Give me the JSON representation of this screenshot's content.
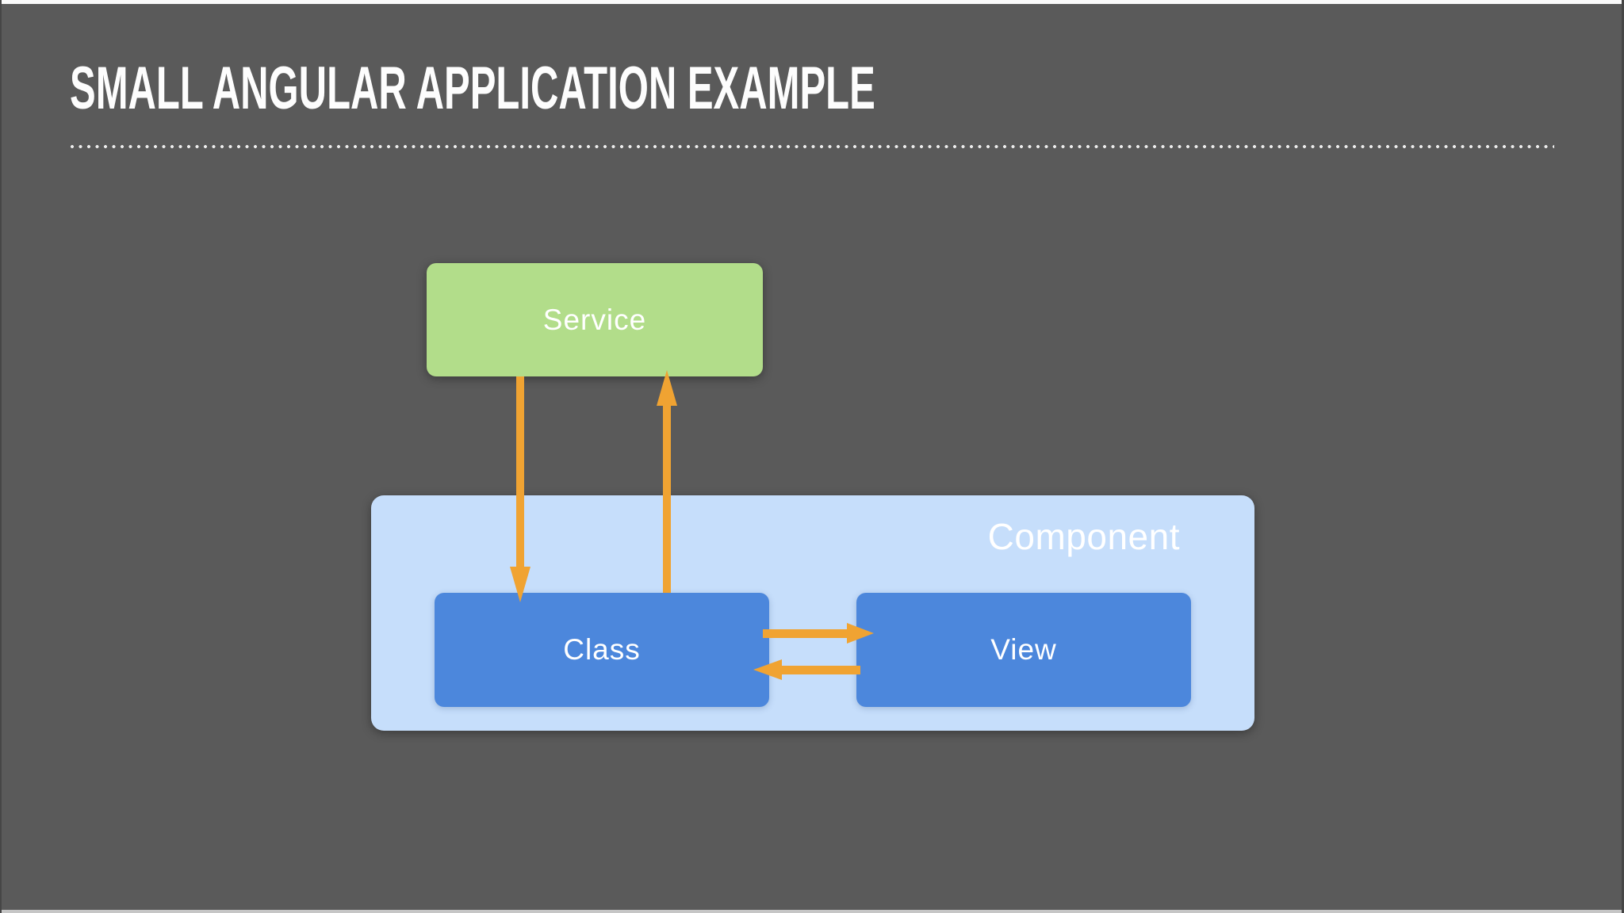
{
  "slide": {
    "title": "SMALL ANGULAR APPLICATION EXAMPLE",
    "colors": {
      "background": "#5a5a5a",
      "title_text": "#fdfdfd",
      "divider_dots": "#ececec",
      "service_fill": "#b2dd8a",
      "component_fill": "#c6defb",
      "class_fill": "#4c87dc",
      "view_fill": "#4c87dc",
      "arrow": "#f0a332",
      "box_text": "#ffffff"
    }
  },
  "diagram": {
    "service": {
      "label": "Service"
    },
    "component": {
      "label": "Component"
    },
    "class": {
      "label": "Class"
    },
    "view": {
      "label": "View"
    },
    "arrows": [
      {
        "name": "service-to-class-arrow",
        "from": "Service",
        "to": "Class",
        "direction": "down"
      },
      {
        "name": "class-to-service-arrow",
        "from": "Class",
        "to": "Service",
        "direction": "up"
      },
      {
        "name": "class-to-view-arrow",
        "from": "Class",
        "to": "View",
        "direction": "right"
      },
      {
        "name": "view-to-class-arrow",
        "from": "View",
        "to": "Class",
        "direction": "left"
      }
    ]
  }
}
